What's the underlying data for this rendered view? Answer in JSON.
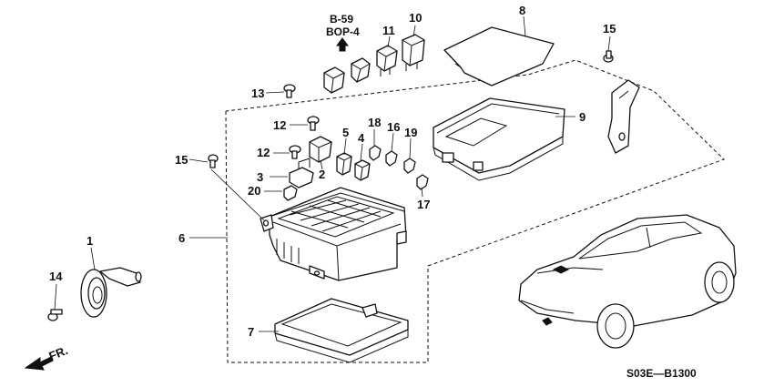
{
  "labels": {
    "p1": "1",
    "p2": "2",
    "p3": "3",
    "p4": "4",
    "p5": "5",
    "p6": "6",
    "p7": "7",
    "p8": "8",
    "p9": "9",
    "p10": "10",
    "p11": "11",
    "p12a": "12",
    "p12b": "12",
    "p13": "13",
    "p14": "14",
    "p15a": "15",
    "p15b": "15",
    "p16": "16",
    "p17": "17",
    "p18": "18",
    "p19": "19",
    "p20": "20"
  },
  "refs": {
    "ref1": "B-59",
    "ref2": "BOP-4"
  },
  "direction": "FR.",
  "diagram_code": "S03E—B1300"
}
